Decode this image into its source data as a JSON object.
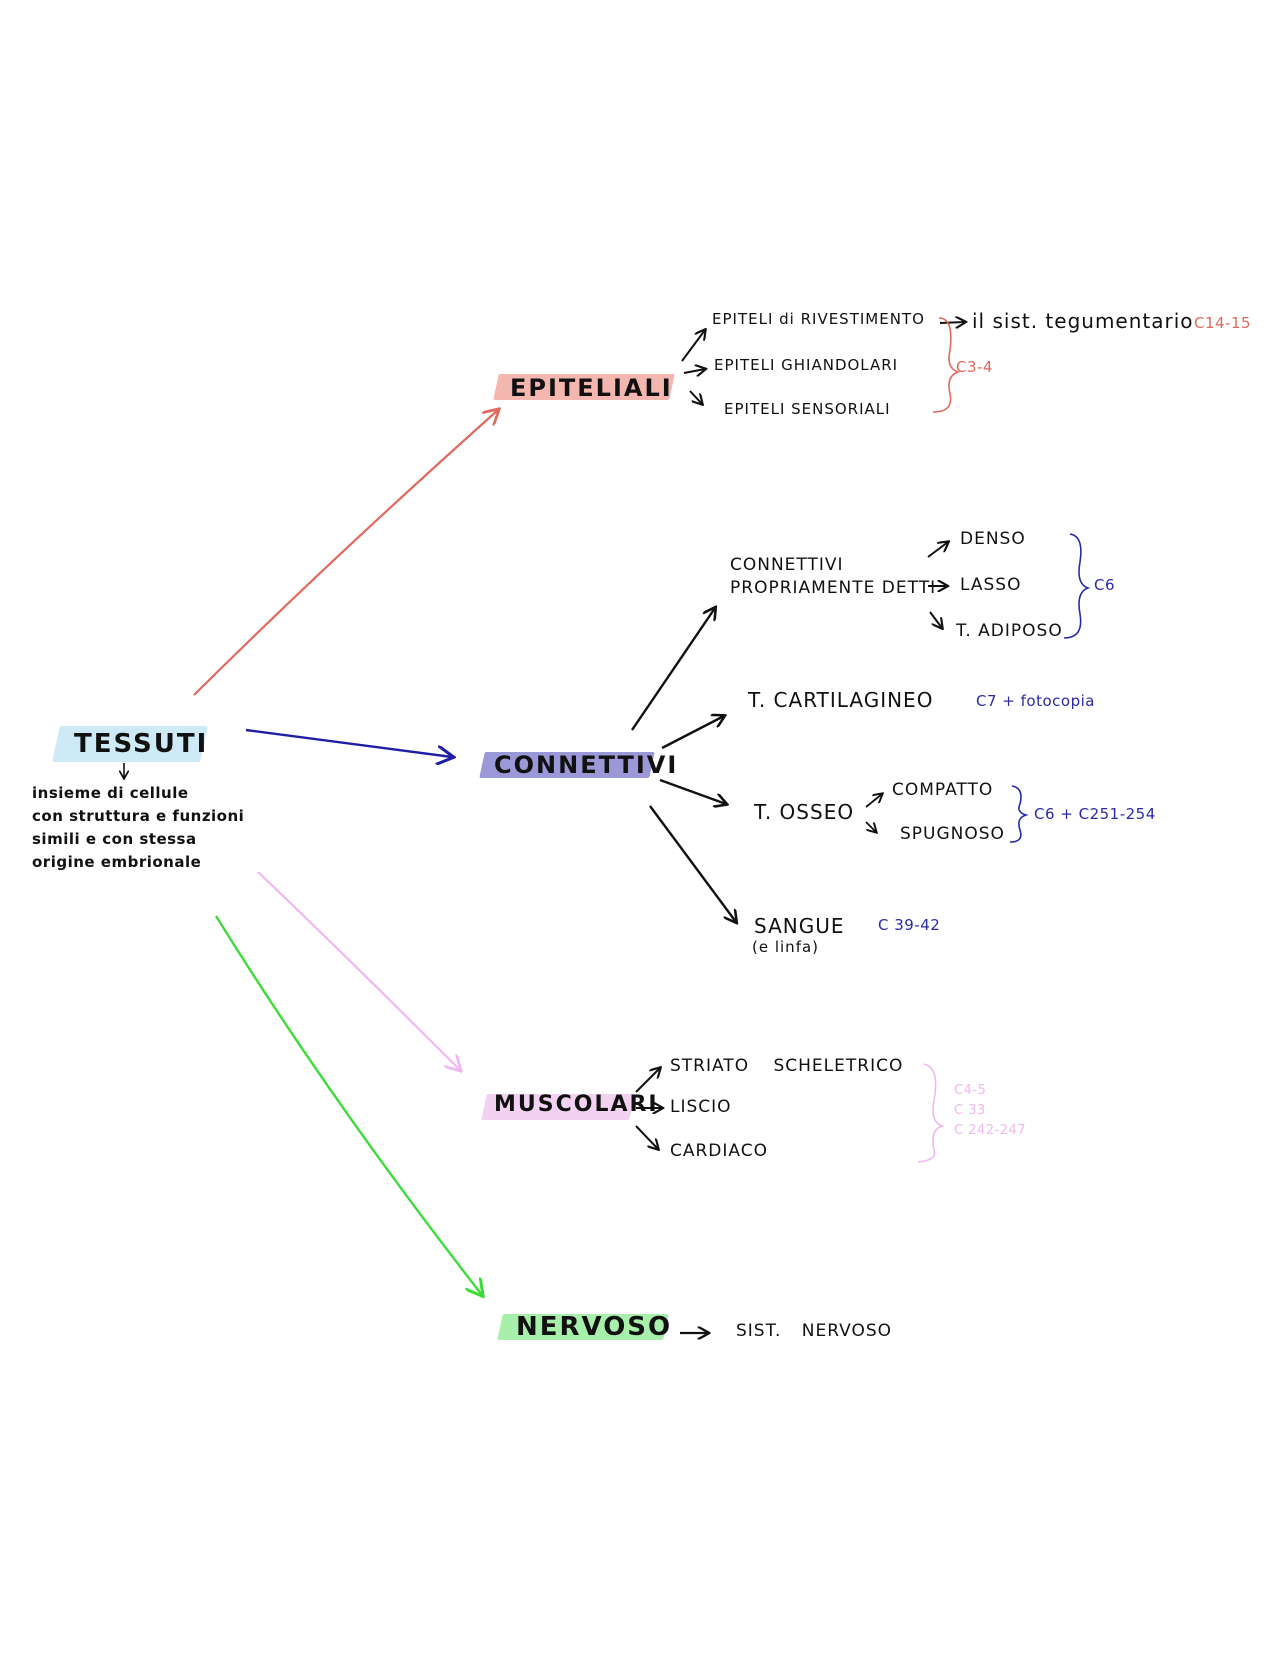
{
  "colors": {
    "epiteliali": "#f4b7b0",
    "connettivi": "#9a98d6",
    "muscolari": "#f2d2f0",
    "nervoso": "#a9efac",
    "tessuti": "#cdeaf6",
    "arrow_epiteliali": "#e06a5e",
    "arrow_connettivi": "#1f1ea6",
    "arrow_muscolari": "#f0b8f0",
    "arrow_nervoso": "#3ddc3a",
    "ref_red": "#e06a5e",
    "ref_blue": "#2a2aa8",
    "ref_pink": "#f0b8f0"
  },
  "root": {
    "title": "TESSUTI",
    "definition": [
      "insieme di cellule",
      "con struttura e funzioni",
      "simili e con stessa",
      "origine embrionale"
    ]
  },
  "epiteliali": {
    "label": "EPITELIALI",
    "items": [
      "EPITELI di RIVESTIMENTO",
      "EPITELI GHIANDOLARI",
      "EPITELI SENSORIALI"
    ],
    "rivestimento_target": "il sist. tegumentario",
    "ref_main": "C3-4",
    "ref_tegumentario": "C14-15"
  },
  "connettivi": {
    "label": "CONNETTIVI",
    "propriamente_line1": "CONNETTIVI",
    "propriamente_line2": "PROPRIAMENTE DETTI",
    "propriamente_items": [
      "DENSO",
      "LASSO",
      "T. ADIPOSO"
    ],
    "propriamente_ref": "C6",
    "cartilagineo": "T. CARTILAGINEO",
    "cartilagineo_ref": "C7 + fotocopia",
    "osseo": "T. OSSEO",
    "osseo_items": [
      "COMPATTO",
      "SPUGNOSO"
    ],
    "osseo_ref": "C6 + C251-254",
    "sangue": "SANGUE",
    "sangue_sub": "(e linfa)",
    "sangue_ref": "C 39-42"
  },
  "muscolari": {
    "label": "MUSCOLARI",
    "items": [
      "STRIATO SCHELETRICO",
      "LISCIO",
      "CARDIACO"
    ],
    "refs": [
      "C4-5",
      "C 33",
      "C 242-247"
    ]
  },
  "nervoso": {
    "label": "NERVOSO",
    "target": "SIST. NERVOSO"
  }
}
